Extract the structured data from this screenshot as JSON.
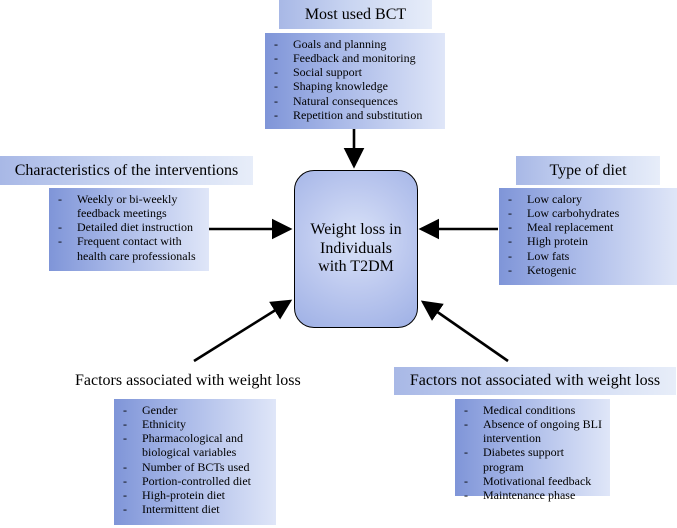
{
  "most_used_bct": {
    "title": "Most used BCT",
    "items": [
      "Goals and planning",
      "Feedback and monitoring",
      "Social support",
      "Shaping knowledge",
      "Natural consequences",
      "Repetition and substitution"
    ]
  },
  "characteristics": {
    "title": "Characteristics of the interventions",
    "items": [
      "Weekly or bi-weekly feedback meetings",
      "Detailed diet instruction",
      "Frequent contact with health care professionals"
    ]
  },
  "type_of_diet": {
    "title": "Type of diet",
    "items": [
      "Low calory",
      "Low carbohydrates",
      "Meal replacement",
      "High protein",
      "Low fats",
      "Ketogenic"
    ]
  },
  "center": {
    "lines": [
      "Weight loss in",
      "Individuals",
      "with T2DM"
    ]
  },
  "factors_associated": {
    "title": "Factors associated with weight loss",
    "items": [
      "Gender",
      "Ethnicity",
      "Pharmacological and biological variables",
      "Number of BCTs used",
      "Portion-controlled diet",
      "High-protein diet",
      "Intermittent diet"
    ]
  },
  "factors_not_associated": {
    "title": "Factors not associated with weight loss",
    "items": [
      "Medical conditions",
      "Absence of ongoing BLI intervention",
      "Diabetes support program",
      "Motivational feedback",
      "Maintenance phase"
    ]
  },
  "colors": {
    "title_fill": "#c8d4f1",
    "list_fill_start": "#7f95d8",
    "list_fill_end": "#dfe6f8",
    "center_fill": "#bdc9ef",
    "line": "#000000"
  }
}
